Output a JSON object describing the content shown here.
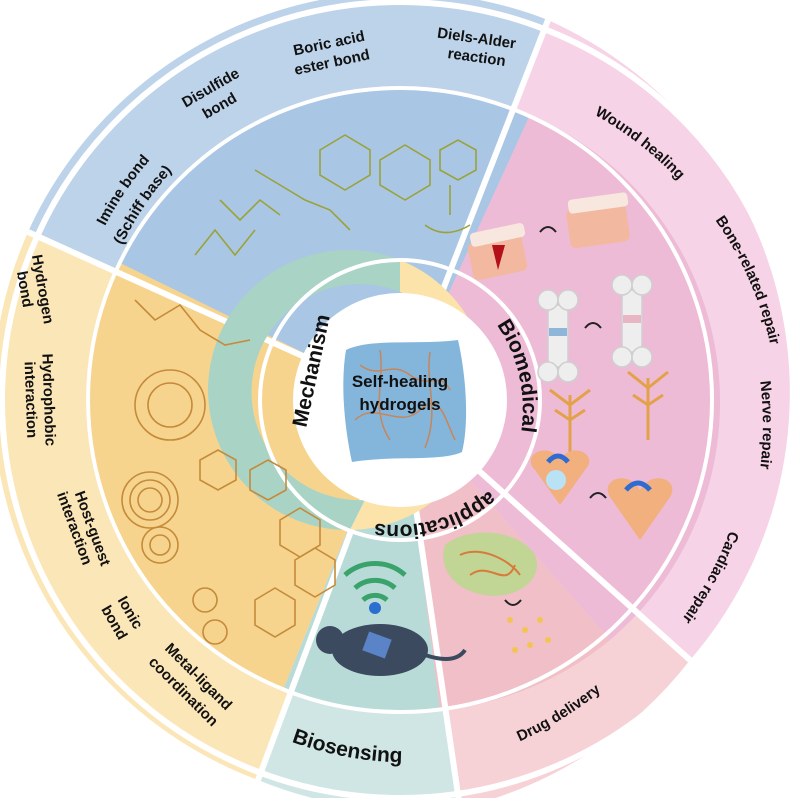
{
  "center": {
    "line1": "Self-healing",
    "line2": "hydrogels"
  },
  "inner_ring": {
    "mechanism": "Mechanism",
    "biomedical": "Biomedical",
    "applications": "applications"
  },
  "mechanisms_top": {
    "imine_1": "Imine bond",
    "imine_2": "(Schiff base)",
    "disulfide_1": "Disulfide",
    "disulfide_2": "bond",
    "boric_1": "Boric acid",
    "boric_2": "ester bond",
    "diels_1": "Diels-Alder",
    "diels_2": "reaction"
  },
  "mechanisms_left": {
    "hydrogen_1": "Hydrogen",
    "hydrogen_2": "bond",
    "hydrophobic_1": "Hydrophobic",
    "hydrophobic_2": "interaction",
    "hostguest_1": "Host-guest",
    "hostguest_2": "interaction",
    "ionic_1": "Ionic",
    "ionic_2": "bond",
    "metal_1": "Metal-ligand",
    "metal_2": "coordination"
  },
  "applications_right": {
    "wound": "Wound healing",
    "bone": "Bone-related repair",
    "nerve": "Nerve repair",
    "cardiac": "Cardiac repair"
  },
  "applications_bottom": {
    "biosensing": "Biosensing",
    "drug": "Drug delivery"
  },
  "colors": {
    "blue": "#bcd3ea",
    "blue_dark": "#a9c6e4",
    "yellow": "#fbe6b8",
    "yellow_dark": "#f7d48e",
    "pink": "#f6d3e6",
    "pink_dark": "#eebbd7",
    "teal": "#cfe6e4",
    "salmon": "#f6d2d6",
    "mechanism_ring": "#a9d3c5",
    "biomedical_ring": "#fbe3a9",
    "center_blob": "#6ea9d6"
  }
}
